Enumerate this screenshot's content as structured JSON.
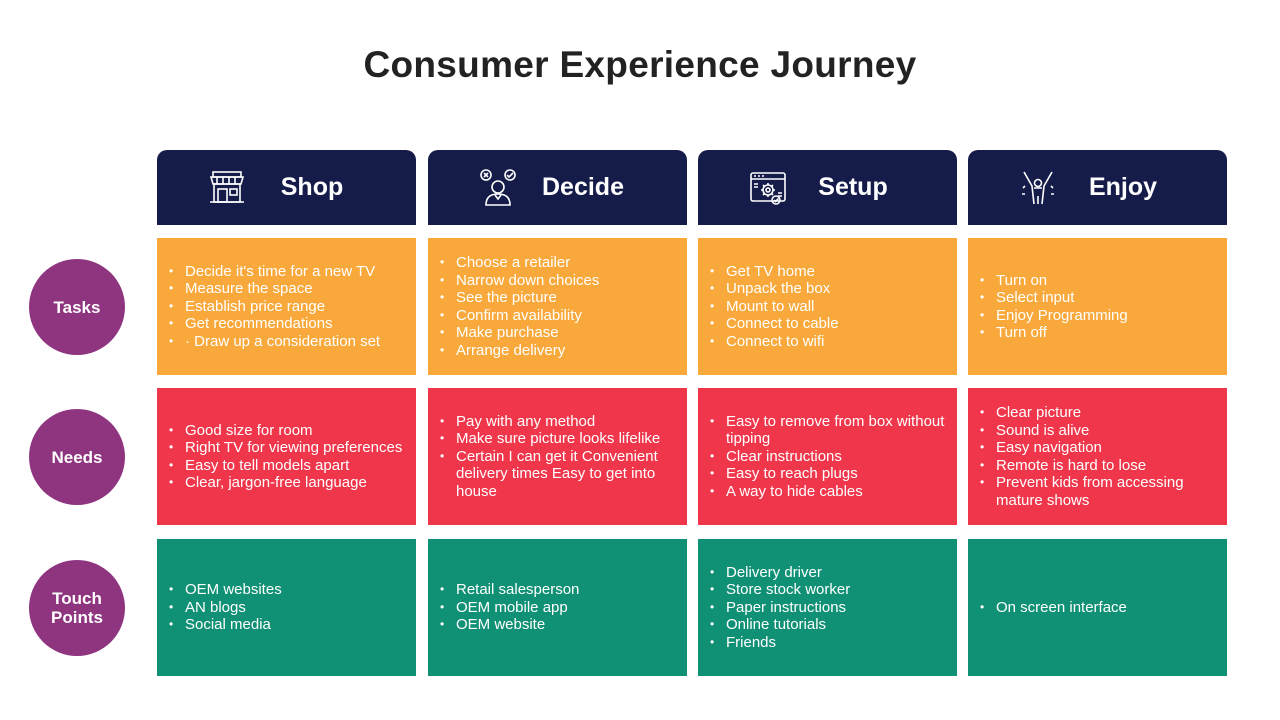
{
  "title": "Consumer Experience Journey",
  "colors": {
    "header": "#151c4a",
    "tasks": "#f9a93b",
    "needs": "#ef364b",
    "touch_points": "#109074",
    "row_label": "#8f3580"
  },
  "row_labels": {
    "tasks": "Tasks",
    "needs": "Needs",
    "touch_points": "Touch\nPoints"
  },
  "columns": [
    {
      "label": "Shop",
      "icon": "storefront-icon",
      "tasks": [
        "Decide it's time for a new TV",
        "Measure the space",
        "Establish price range",
        "Get recommendations",
        "· Draw up a consideration set"
      ],
      "needs": [
        "Good size for room",
        "Right TV for viewing preferences",
        "Easy to tell models apart",
        "Clear, jargon-free language"
      ],
      "touch_points": [
        "OEM websites",
        "AN blogs",
        "Social media"
      ]
    },
    {
      "label": "Decide",
      "icon": "person-decision-icon",
      "tasks": [
        "Choose a retailer",
        "Narrow down choices",
        "See the picture",
        "Confirm availability",
        "Make purchase",
        "Arrange delivery"
      ],
      "needs": [
        "Pay with any method",
        "Make sure picture looks lifelike",
        "Certain I can get it Convenient delivery times Easy to get into house"
      ],
      "touch_points": [
        "Retail salesperson",
        "OEM mobile app",
        "OEM website"
      ]
    },
    {
      "label": "Setup",
      "icon": "settings-window-icon",
      "tasks": [
        "Get TV home",
        "Unpack the box",
        "Mount to wall",
        "Connect to cable",
        "Connect to wifi"
      ],
      "needs": [
        "Easy to remove from box without tipping",
        "Clear instructions",
        "Easy to reach plugs",
        "A way to hide cables"
      ],
      "touch_points": [
        "Delivery driver",
        "Store stock worker",
        "Paper instructions",
        "Online tutorials",
        "Friends"
      ]
    },
    {
      "label": "Enjoy",
      "icon": "celebrating-person-icon",
      "tasks": [
        "Turn on",
        "Select input",
        "Enjoy Programming",
        "Turn off"
      ],
      "needs": [
        "Clear picture",
        "Sound is alive",
        "Easy navigation",
        "Remote is hard to lose",
        "Prevent kids from accessing mature shows"
      ],
      "touch_points": [
        "On screen interface"
      ]
    }
  ]
}
